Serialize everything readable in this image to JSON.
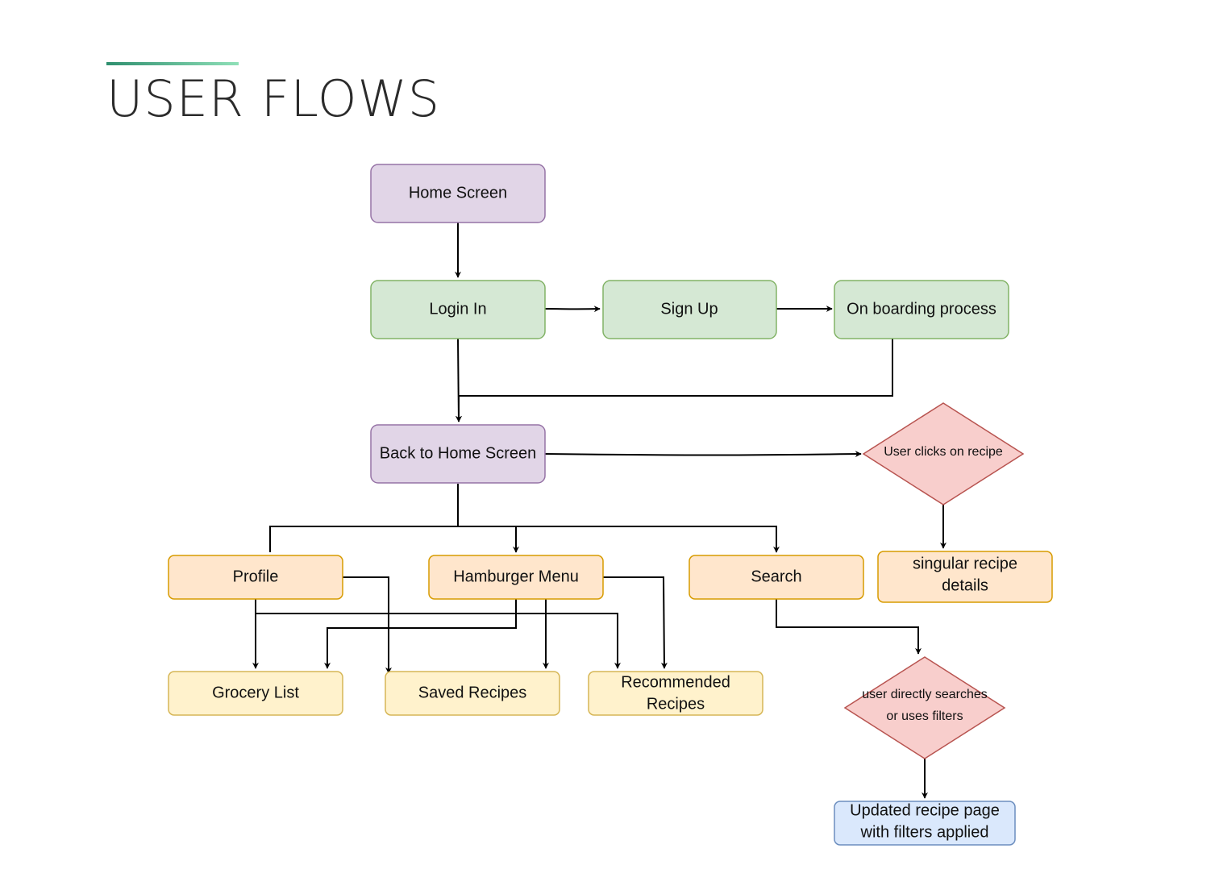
{
  "title": "USER FLOWS",
  "colors": {
    "purple_fill": "#e1d5e7",
    "purple_stroke": "#9673a6",
    "green_fill": "#d5e8d4",
    "green_stroke": "#82b366",
    "orange_fill": "#ffe6cc",
    "orange_stroke": "#d79b00",
    "yellow_fill": "#fff2cc",
    "yellow_stroke": "#d6b656",
    "red_fill": "#f8cecc",
    "red_stroke": "#b85450",
    "blue_fill": "#dae8fc",
    "blue_stroke": "#6c8ebf",
    "accent_start": "#2f8f6f",
    "accent_end": "#8fe0b8"
  },
  "nodes": {
    "home_screen": "Home Screen",
    "login_in": "Login In",
    "sign_up": "Sign Up",
    "on_boarding": "On boarding process",
    "back_to_home": "Back to Home Screen",
    "user_clicks_recipe": "User clicks on recipe",
    "profile": "Profile",
    "hamburger_menu": "Hamburger Menu",
    "search": "Search",
    "singular_recipe_line1": "singular recipe",
    "singular_recipe_line2": "details",
    "grocery_list": "Grocery List",
    "saved_recipes": "Saved Recipes",
    "recommended_line1": "Recommended",
    "recommended_line2": "Recipes",
    "search_decision_line1": "user directly searches",
    "search_decision_line2": "or uses filters",
    "updated_page_line1": "Updated recipe page",
    "updated_page_line2": "with filters applied"
  }
}
